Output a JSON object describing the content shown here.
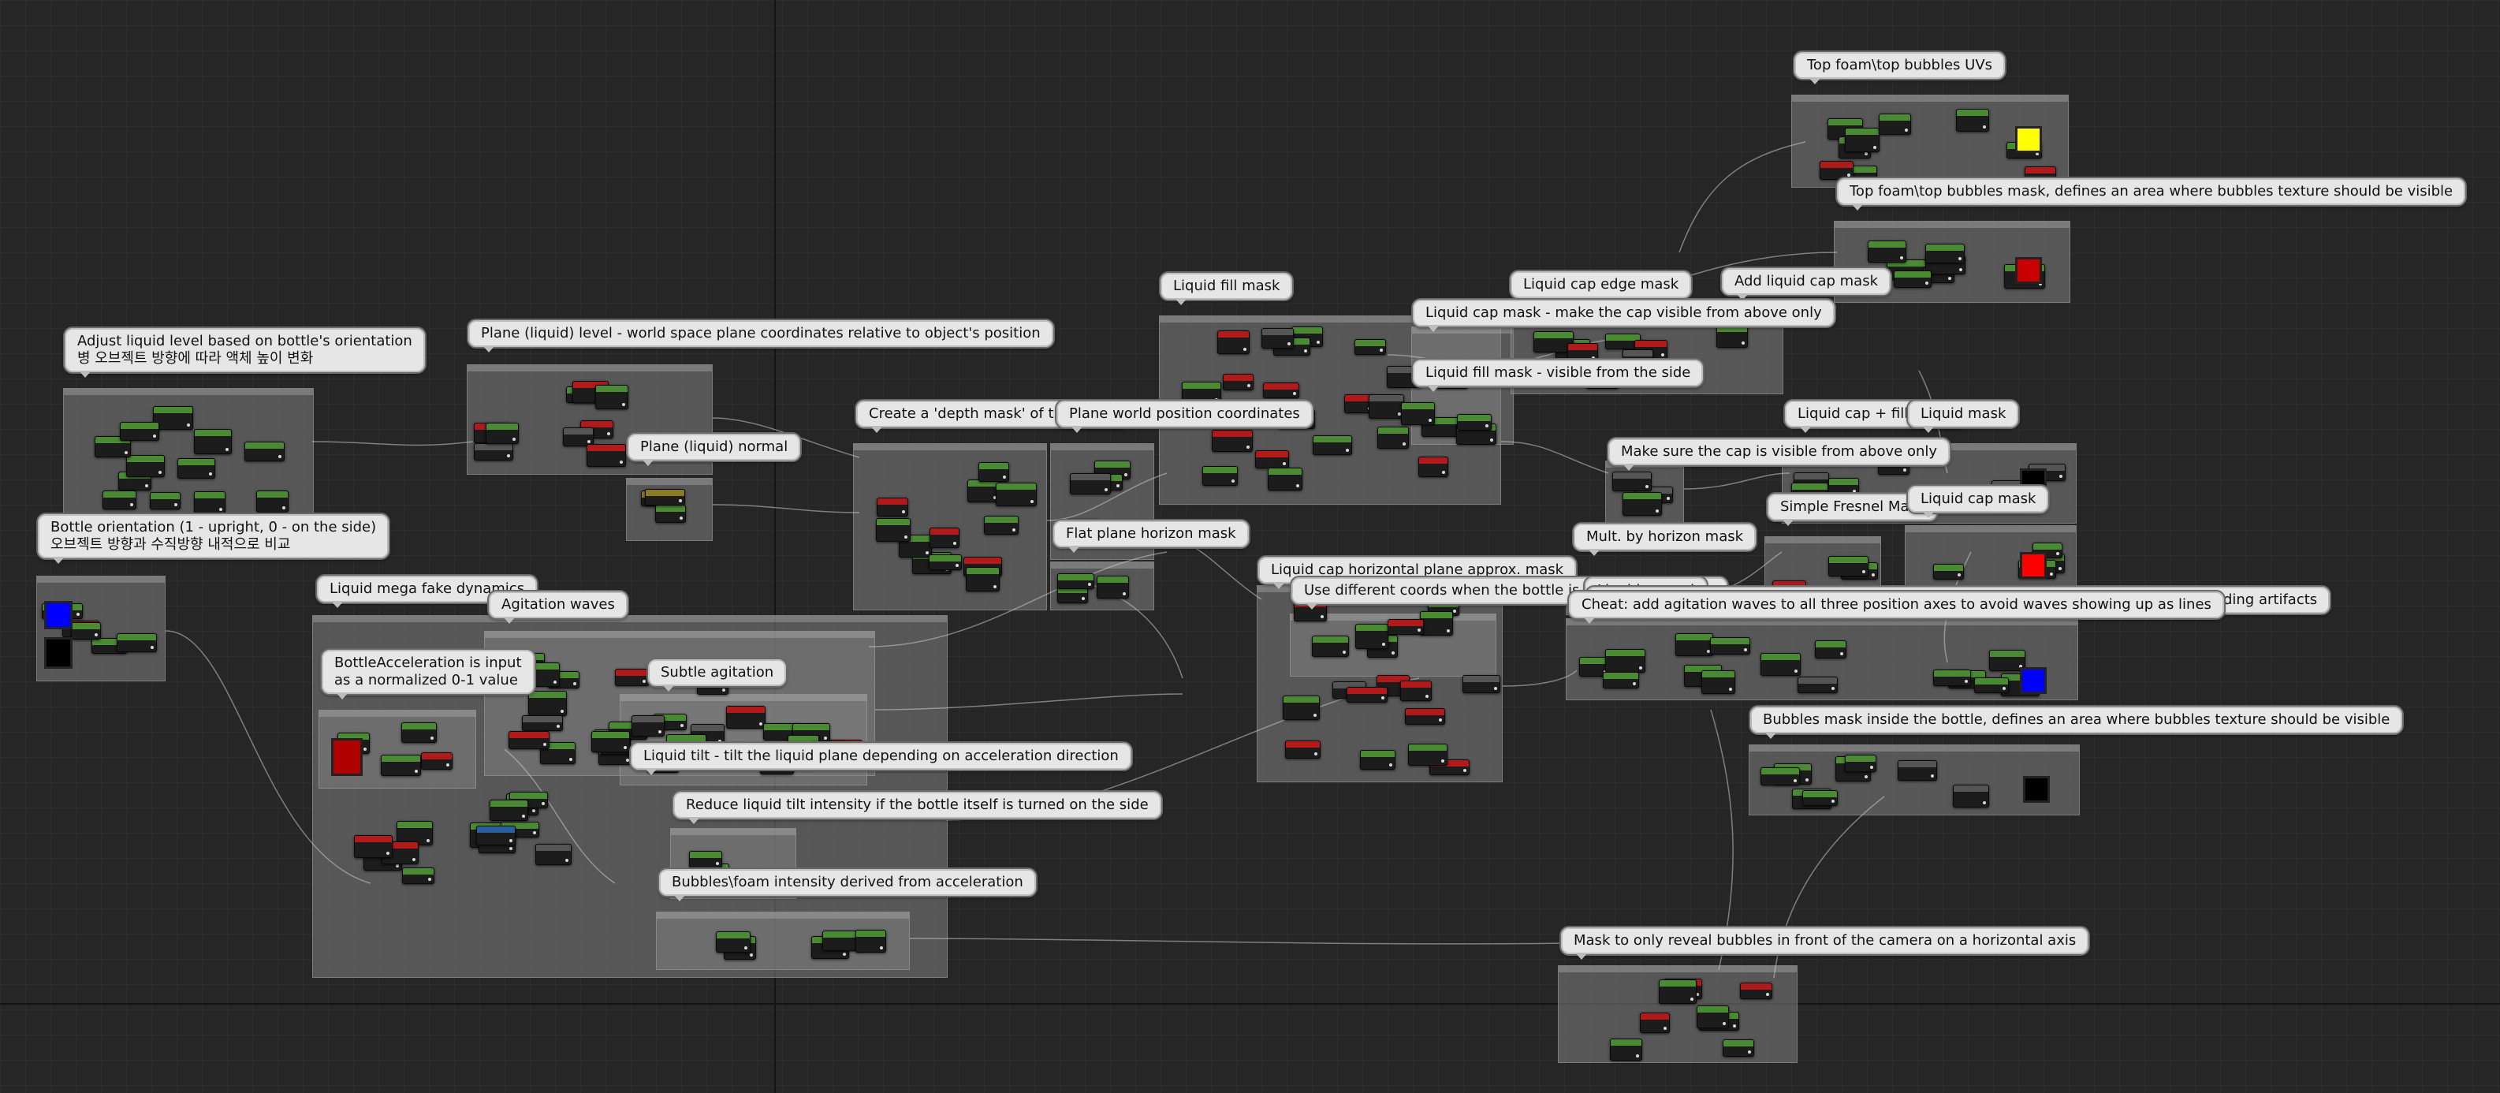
{
  "editor": {
    "name": "Material node graph editor"
  },
  "colors": {
    "red": "#ff0000",
    "blue": "#0000ff",
    "yellow": "#ffff00",
    "black": "#000000",
    "dark_red": "#c80000"
  },
  "comments": [
    {
      "id": "top-foam-uvs",
      "label": "Top foam\\top bubbles UVs"
    },
    {
      "id": "top-foam-mask",
      "label": "Top foam\\top bubbles mask, defines an area where bubbles texture should be visible"
    },
    {
      "id": "liquid-cap-edge-mask",
      "label": "Liquid cap edge mask"
    },
    {
      "id": "add-liquid-cap-mask",
      "label": "Add liquid cap mask"
    },
    {
      "id": "liquid-fill-mask",
      "label": "Liquid fill mask"
    },
    {
      "id": "liquid-cap-mask-visible",
      "label": "Liquid cap mask - make the cap visible from above only"
    },
    {
      "id": "liquid-fill-mask-visible",
      "label": "Liquid fill mask - visible from the side"
    },
    {
      "id": "adjust-liquid-level",
      "label": "Adjust liquid level based on bottle's orientation\n병 오브젝트 방향에 따라 액체 높이 변화"
    },
    {
      "id": "plane-level",
      "label": "Plane (liquid) level - world space plane coordinates relative to object's position"
    },
    {
      "id": "depth-mask",
      "label": "Create a 'depth mask' of the plane"
    },
    {
      "id": "plane-world-pos",
      "label": "Plane world position coordinates"
    },
    {
      "id": "liquid-cap-fill-mask",
      "label": "Liquid cap + fill mask"
    },
    {
      "id": "liquid-mask",
      "label": "Liquid mask"
    },
    {
      "id": "plane-normal",
      "label": "Plane (liquid) normal"
    },
    {
      "id": "cap-visible-above",
      "label": "Make sure the cap is visible from above only"
    },
    {
      "id": "simple-fresnel",
      "label": "Simple Fresnel Mask"
    },
    {
      "id": "liquid-cap-mask",
      "label": "Liquid cap mask"
    },
    {
      "id": "bottle-orientation",
      "label": "Bottle orientation (1 - upright, 0 - on the side)\n오브젝트 방향과 수직방향 내적으로 비교"
    },
    {
      "id": "flat-plane-horizon",
      "label": "Flat plane horizon mask"
    },
    {
      "id": "mult-horizon",
      "label": "Mult. by horizon mask"
    },
    {
      "id": "cap-horizontal-approx",
      "label": "Liquid cap horizontal plane approx. mask"
    },
    {
      "id": "different-coords",
      "label": "Use different coords when the bottle is turned on the side"
    },
    {
      "id": "liquid-normal",
      "label": "Liquid normal"
    },
    {
      "id": "mega-fake-dynamics",
      "label": "Liquid mega fake dynamics"
    },
    {
      "id": "agitation-waves",
      "label": "Agitation waves"
    },
    {
      "id": "cheat-agitation",
      "label": "Cheat: add agitation waves to all three position axes to avoid waves showing up as lines"
    },
    {
      "id": "xy-normal",
      "label": "DDX/DDY derived normal - checks that Z looks right from going negative - prevents banding artifacts"
    },
    {
      "id": "bottle-acceleration",
      "label": "BottleAcceleration is input\nas a normalized 0-1 value"
    },
    {
      "id": "subtle-agitation",
      "label": "Subtle agitation"
    },
    {
      "id": "liquid-tilt",
      "label": "Liquid tilt - tilt the liquid plane depending on acceleration direction"
    },
    {
      "id": "bubbles-mask",
      "label": "Bubbles mask inside the bottle, defines an area where bubbles texture should be visible"
    },
    {
      "id": "reduce-liquid-tilt",
      "label": "Reduce liquid tilt intensity if the bottle itself is turned on the side"
    },
    {
      "id": "bubbles-foam-intensity",
      "label": "Bubbles\\foam intensity derived from acceleration"
    },
    {
      "id": "mask-reveal-bubbles",
      "label": "Mask to only reveal bubbles in front of the camera on a horizontal axis"
    }
  ]
}
